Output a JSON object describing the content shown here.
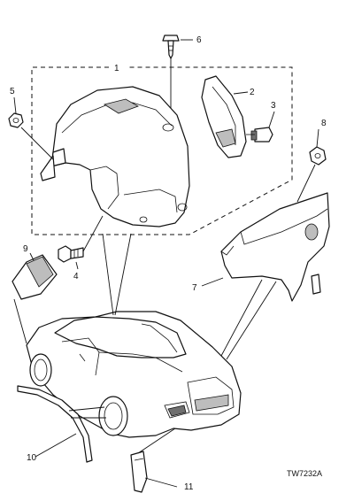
{
  "callouts": [
    "1",
    "2",
    "3",
    "4",
    "5",
    "6",
    "7",
    "8",
    "9",
    "10",
    "11"
  ],
  "drawing_ref": "TW7232A"
}
